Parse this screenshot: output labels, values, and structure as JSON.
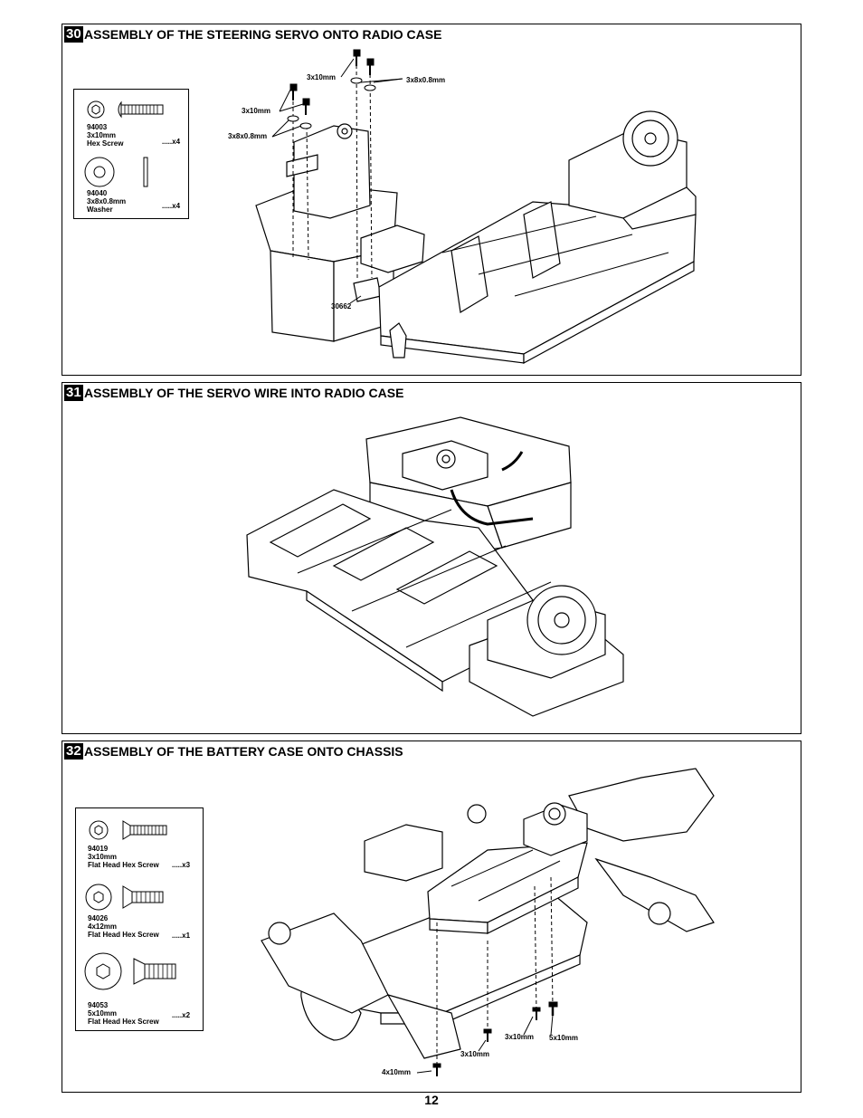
{
  "page_number": "12",
  "steps": [
    {
      "number": "30",
      "title": "ASSEMBLY OF THE STEERING SERVO ONTO RADIO CASE",
      "parts": [
        {
          "code": "94003",
          "size": "3x10mm",
          "name": "Hex Screw",
          "qty": ".....x4"
        },
        {
          "code": "94040",
          "size": "3x8x0.8mm",
          "name": "Washer",
          "qty": ".....x4"
        }
      ],
      "callouts": [
        "3x10mm",
        "3x8x0.8mm",
        "3x10mm",
        "3x8x0.8mm",
        "30662"
      ]
    },
    {
      "number": "31",
      "title": "ASSEMBLY OF THE SERVO WIRE INTO RADIO CASE"
    },
    {
      "number": "32",
      "title": "ASSEMBLY OF THE BATTERY CASE ONTO CHASSIS",
      "parts": [
        {
          "code": "94019",
          "size": "3x10mm",
          "name": "Flat Head Hex Screw",
          "qty": ".....x3"
        },
        {
          "code": "94026",
          "size": "4x12mm",
          "name": "Flat Head Hex Screw",
          "qty": ".....x1"
        },
        {
          "code": "94053",
          "size": "5x10mm",
          "name": "Flat Head Hex Screw",
          "qty": ".....x2"
        }
      ],
      "callouts": [
        "3x10mm",
        "5x10mm",
        "3x10mm",
        "4x10mm"
      ]
    }
  ]
}
